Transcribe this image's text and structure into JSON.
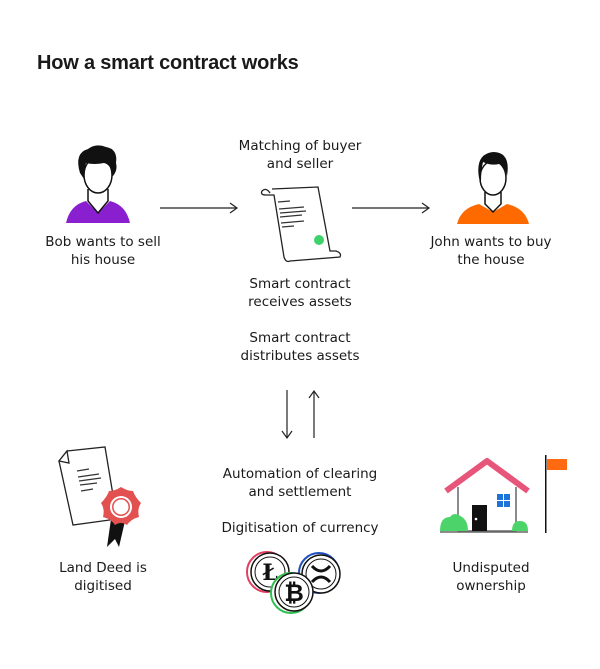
{
  "title": "How a smart contract works",
  "steps": {
    "seller": [
      "Bob wants to sell",
      "his house"
    ],
    "matching": [
      "Matching of buyer",
      "and seller"
    ],
    "buyer": [
      "John wants to buy",
      "the house"
    ],
    "receives": [
      "Smart contract",
      "receives assets"
    ],
    "distributes": [
      "Smart contract",
      "distributes assets"
    ],
    "deed": [
      "Land Deed is",
      "digitised"
    ],
    "automation": [
      "Automation of clearing",
      "and settlement"
    ],
    "currency": [
      "Digitisation of currency"
    ],
    "ownership": [
      "Undisputed",
      "ownership"
    ]
  },
  "colors": {
    "bob_shirt": "#8a1fd0",
    "john_shirt": "#ff6a00",
    "seal_green": "#3ed36a",
    "ribbon_red": "#e35050",
    "roof_pink": "#e8557a",
    "window_blue": "#1e73d8",
    "bush_green": "#4cd46a",
    "flag_orange": "#ff6a10"
  }
}
